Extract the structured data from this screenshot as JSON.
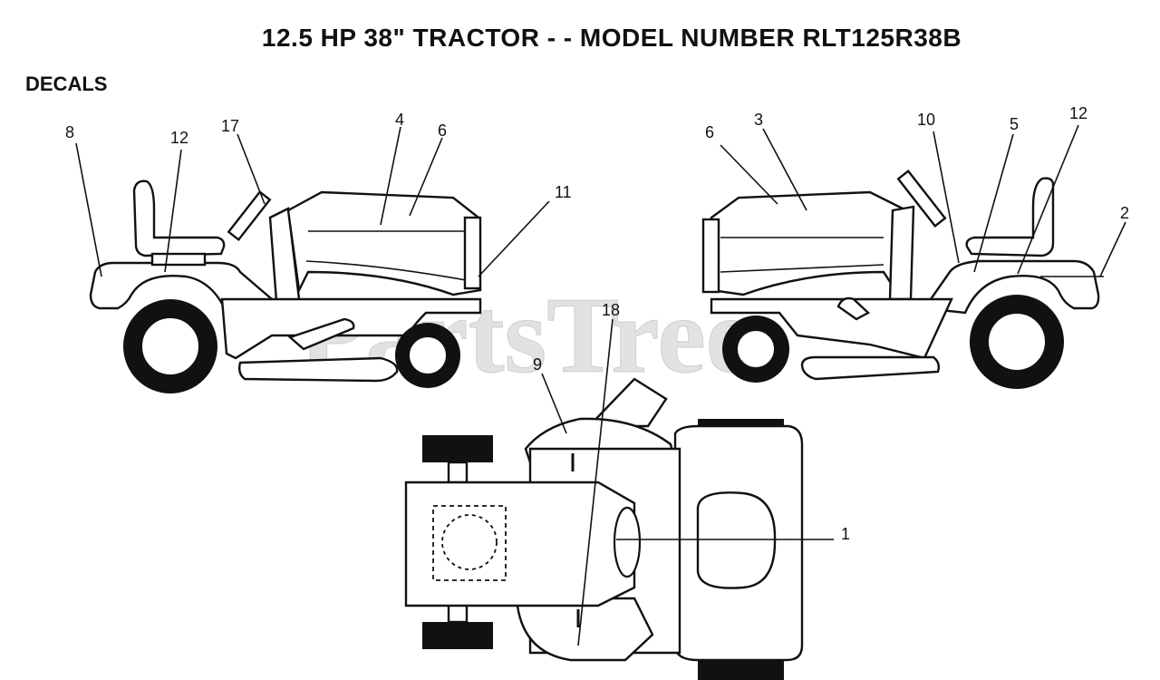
{
  "title": "12.5 HP 38\" TRACTOR - - MODEL NUMBER RLT125R38B",
  "section_label": "DECALS",
  "watermark": "PartsTree",
  "callouts": {
    "c1": "1",
    "c2": "2",
    "c3": "3",
    "c4": "4",
    "c5": "5",
    "c6_left": "6",
    "c6_right": "6",
    "c8": "8",
    "c9": "9",
    "c10": "10",
    "c11": "11",
    "c12_left": "12",
    "c12_right": "12",
    "c17": "17",
    "c18": "18"
  }
}
